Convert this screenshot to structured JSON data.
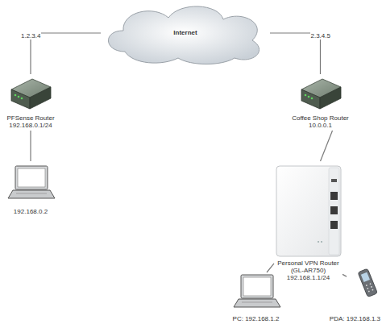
{
  "diagram": {
    "nodes": [
      {
        "text": [
          "Internet"
        ]
      },
      {
        "text": [
          "PFSense Router",
          "192.168.0.1/24"
        ]
      },
      {
        "text": [
          "192.168.0.2"
        ]
      },
      {
        "text": [
          "Coffee Shop Router",
          "10.0.0.1"
        ]
      },
      {
        "text": [
          "Personal VPN Router",
          "(GL-AR750)",
          "192.168.1.1/24"
        ]
      },
      {
        "text": [
          "PC: 192.168.1.2"
        ]
      },
      {
        "text": [
          "PDA: 192.168.1.3"
        ]
      }
    ],
    "edges": [
      {
        "from": 0,
        "to": 1,
        "label": "1.2.3.4",
        "arrow": "none"
      },
      {
        "from": 0,
        "to": 3,
        "label": "2.3.4.5",
        "arrow": "none"
      },
      {
        "from": 1,
        "to": 2,
        "arrow": "none"
      },
      {
        "from": 3,
        "to": 4,
        "arrow": "none"
      },
      {
        "from": 4,
        "to": 5,
        "arrow": "none"
      },
      {
        "from": 4,
        "to": 6,
        "arrow": "none"
      }
    ]
  }
}
